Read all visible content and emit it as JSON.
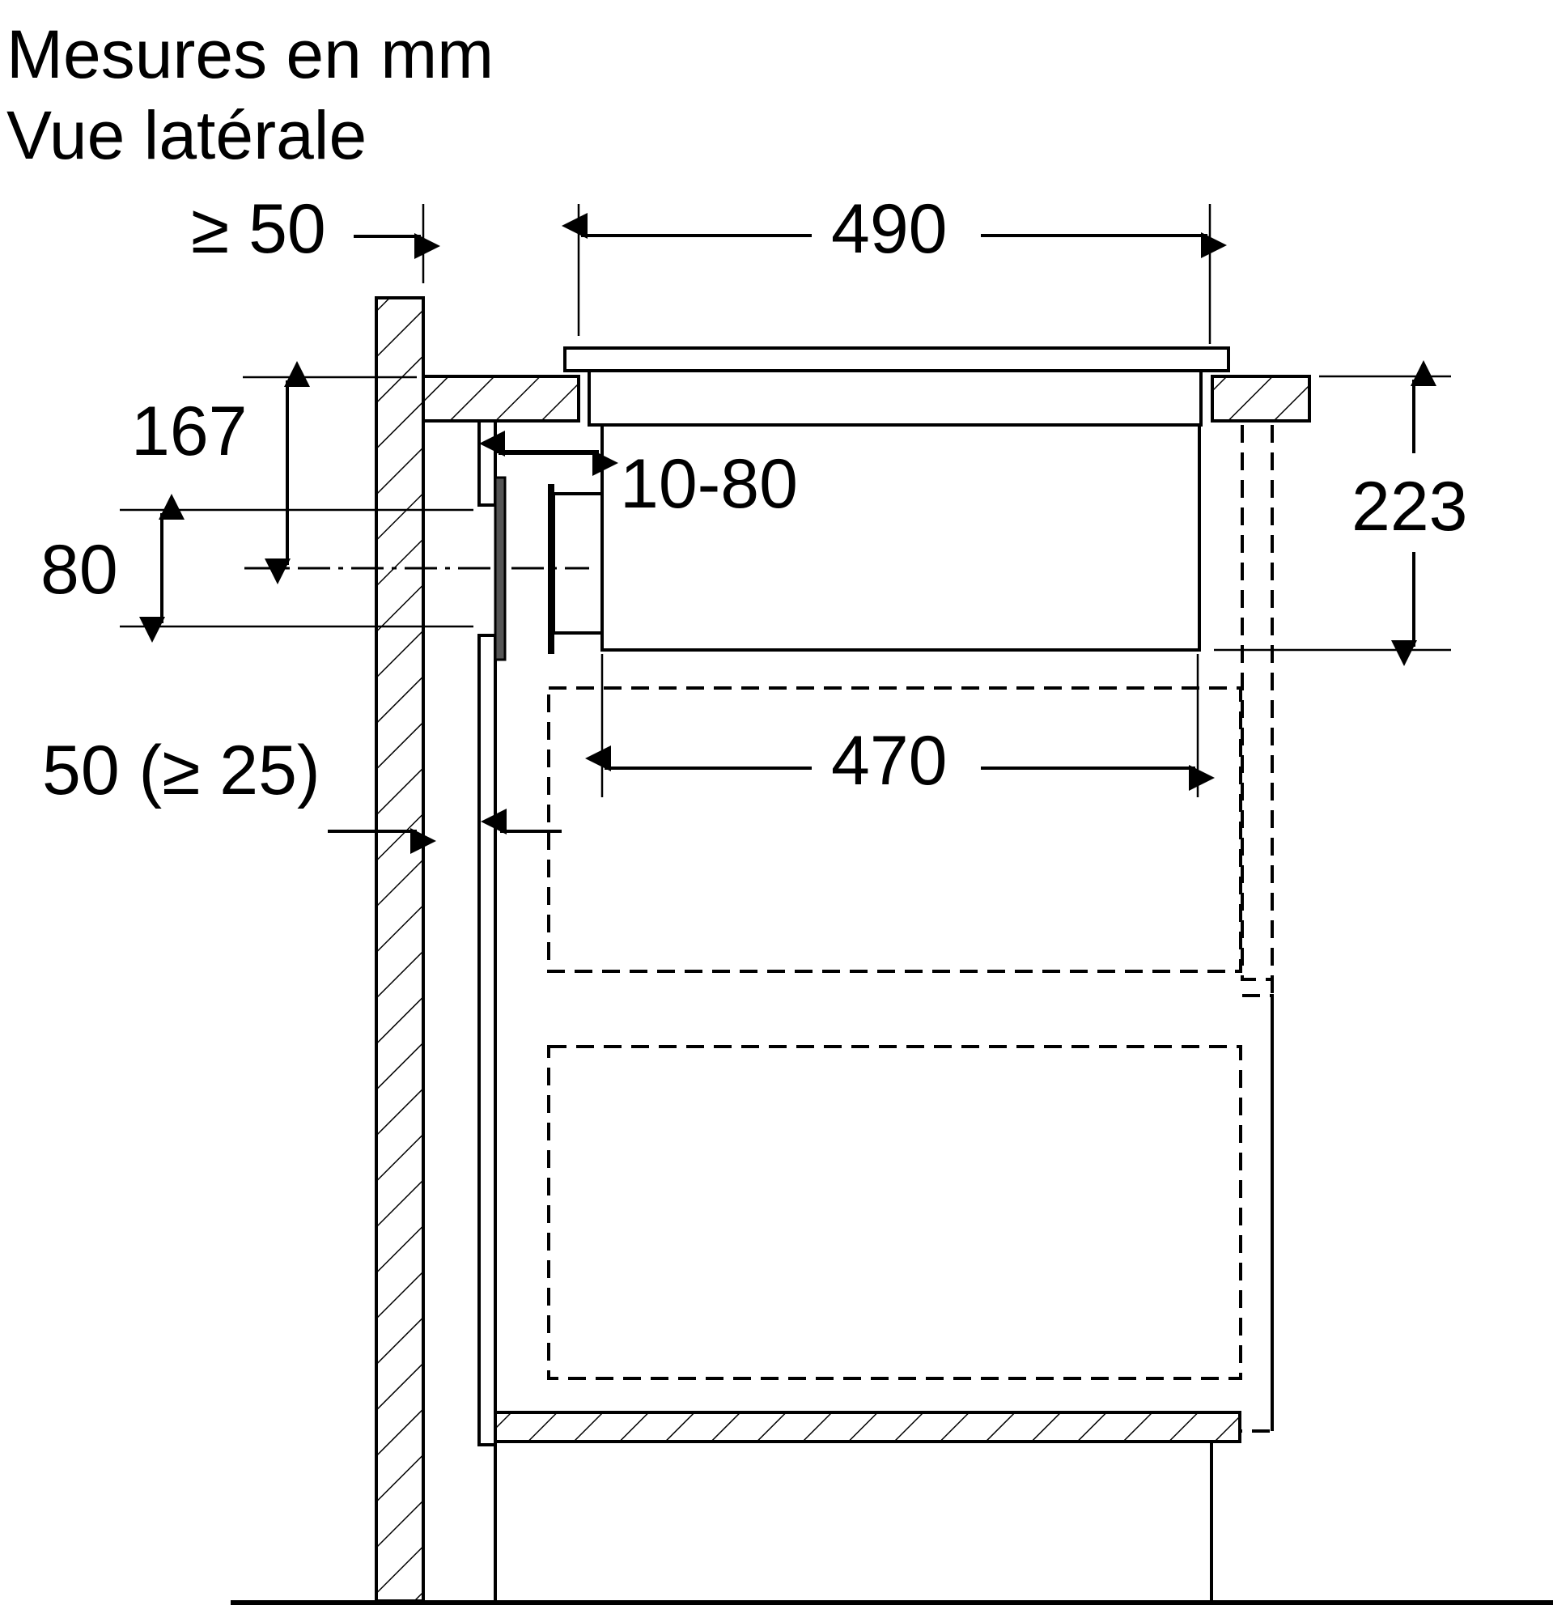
{
  "header": {
    "line1": "Mesures en mm",
    "line2": "Vue latérale"
  },
  "dimensions": {
    "wall_gap": "≥ 50",
    "hob_width": "490",
    "offset": "10-80",
    "depth": "167",
    "duct_height": "80",
    "cutout_width": "470",
    "total_depth": "223",
    "rear_gap": "50 (≥ 25)"
  }
}
